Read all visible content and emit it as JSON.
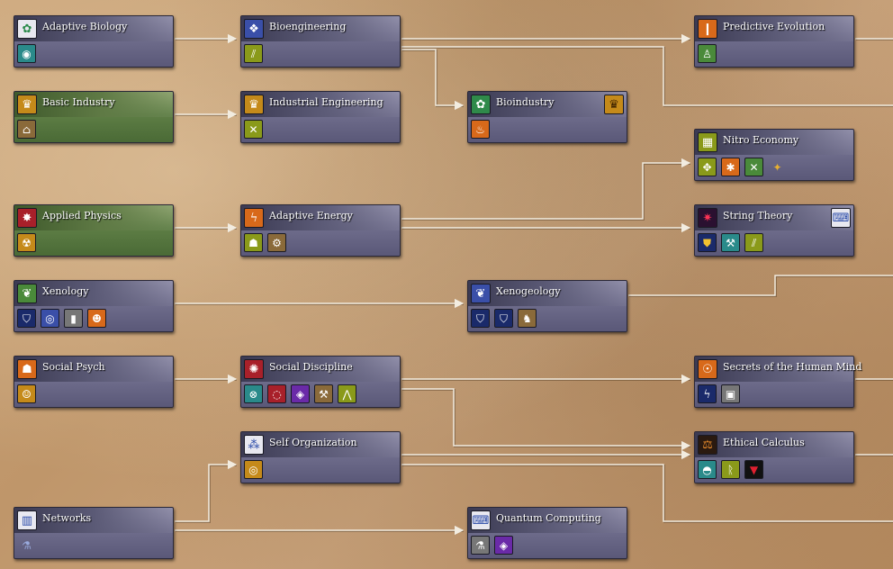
{
  "colors": {
    "node": "#6f6d8c",
    "node_available": "#5e7e45",
    "connector": "#f2ece0",
    "background": "#c29a6e"
  },
  "techs": [
    {
      "id": "adaptive-biology",
      "name": "Adaptive Biology",
      "state": "normal",
      "icon": "bio-emblem-icon",
      "unlocks": [
        "eye-icon"
      ]
    },
    {
      "id": "bioengineering",
      "name": "Bioengineering",
      "state": "normal",
      "icon": "bioengineering-emblem-icon",
      "unlocks": [
        "fungus-icon"
      ]
    },
    {
      "id": "predictive-evolution",
      "name": "Predictive Evolution",
      "state": "normal",
      "icon": "evolution-emblem-icon",
      "unlocks": [
        "statue-icon"
      ]
    },
    {
      "id": "basic-industry",
      "name": "Basic Industry",
      "state": "available",
      "icon": "industry-emblem-icon",
      "unlocks": [
        "factory-icon"
      ]
    },
    {
      "id": "industrial-engineering",
      "name": "Industrial Engineering",
      "state": "normal",
      "icon": "industry-emblem-icon",
      "unlocks": [
        "crossed-tools-icon"
      ]
    },
    {
      "id": "bioindustry",
      "name": "Bioindustry",
      "state": "normal",
      "icon": "bio-emblem-icon",
      "corner_icon": "industry-emblem-icon",
      "unlocks": [
        "furnace-icon"
      ]
    },
    {
      "id": "nitro-economy",
      "name": "Nitro Economy",
      "state": "normal",
      "icon": "economy-emblem-icon",
      "unlocks": [
        "plant-icon",
        "beetle-icon",
        "crossed-swords-icon",
        "gold-bug-icon"
      ]
    },
    {
      "id": "applied-physics",
      "name": "Applied Physics",
      "state": "available",
      "icon": "physics-emblem-icon",
      "unlocks": [
        "radiation-icon"
      ]
    },
    {
      "id": "adaptive-energy",
      "name": "Adaptive Energy",
      "state": "normal",
      "icon": "energy-emblem-icon",
      "unlocks": [
        "worker-icon",
        "machine-icon"
      ]
    },
    {
      "id": "string-theory",
      "name": "String Theory",
      "state": "normal",
      "icon": "string-emblem-icon",
      "corner_icon": "computer-icon",
      "unlocks": [
        "shield-icon",
        "hammer-icon",
        "fungus-icon"
      ]
    },
    {
      "id": "xenology",
      "name": "Xenology",
      "state": "normal",
      "icon": "xeno-emblem-icon",
      "unlocks": [
        "armor-badge-icon",
        "portal-icon",
        "canister-icon",
        "mask-icon"
      ]
    },
    {
      "id": "xenogeology",
      "name": "Xenogeology",
      "state": "normal",
      "icon": "xenogeology-emblem-icon",
      "unlocks": [
        "griffin-badge-icon",
        "armor-badge-icon",
        "creature-icon"
      ]
    },
    {
      "id": "social-psych",
      "name": "Social Psych",
      "state": "normal",
      "icon": "psych-emblem-icon",
      "unlocks": [
        "face-icon"
      ]
    },
    {
      "id": "social-discipline",
      "name": "Social Discipline",
      "state": "normal",
      "icon": "discipline-emblem-icon",
      "unlocks": [
        "circle-cross-icon",
        "ring-icon",
        "eye-diamond-icon",
        "wrench-icon",
        "caret-icon"
      ]
    },
    {
      "id": "secrets-human-mind",
      "name": "Secrets of the Human Mind",
      "state": "normal",
      "icon": "mind-emblem-icon",
      "unlocks": [
        "lightning-icon",
        "monitor-icon"
      ]
    },
    {
      "id": "self-organization",
      "name": "Self Organization",
      "state": "normal",
      "icon": "organization-emblem-icon",
      "unlocks": [
        "target-ring-icon"
      ]
    },
    {
      "id": "ethical-calculus",
      "name": "Ethical Calculus",
      "state": "normal",
      "icon": "scales-emblem-icon",
      "unlocks": [
        "dome-icon",
        "rune-icon",
        "down-triangle-icon"
      ]
    },
    {
      "id": "networks",
      "name": "Networks",
      "state": "normal",
      "icon": "book-emblem-icon",
      "unlocks": [
        "flask-icon"
      ]
    },
    {
      "id": "quantum-computing",
      "name": "Quantum Computing",
      "state": "normal",
      "icon": "computer-icon",
      "unlocks": [
        "beaker-icon",
        "eye-diamond-icon"
      ]
    }
  ],
  "links": [
    {
      "from": "adaptive-biology",
      "to": "bioengineering"
    },
    {
      "from": "bioengineering",
      "to": "predictive-evolution"
    },
    {
      "from": "bioengineering",
      "to": "bioindustry"
    },
    {
      "from": "bioengineering",
      "to": "offscreen"
    },
    {
      "from": "predictive-evolution",
      "to": "offscreen"
    },
    {
      "from": "basic-industry",
      "to": "industrial-engineering"
    },
    {
      "from": "applied-physics",
      "to": "adaptive-energy"
    },
    {
      "from": "adaptive-energy",
      "to": "nitro-economy"
    },
    {
      "from": "adaptive-energy",
      "to": "string-theory"
    },
    {
      "from": "xenology",
      "to": "xenogeology"
    },
    {
      "from": "xenogeology",
      "to": "offscreen"
    },
    {
      "from": "social-psych",
      "to": "social-discipline"
    },
    {
      "from": "social-discipline",
      "to": "secrets-human-mind"
    },
    {
      "from": "social-discipline",
      "to": "ethical-calculus"
    },
    {
      "from": "secrets-human-mind",
      "to": "offscreen"
    },
    {
      "from": "self-organization",
      "to": "ethical-calculus"
    },
    {
      "from": "self-organization",
      "to": "offscreen"
    },
    {
      "from": "ethical-calculus",
      "to": "offscreen"
    },
    {
      "from": "networks",
      "to": "self-organization"
    },
    {
      "from": "networks",
      "to": "quantum-computing"
    }
  ]
}
